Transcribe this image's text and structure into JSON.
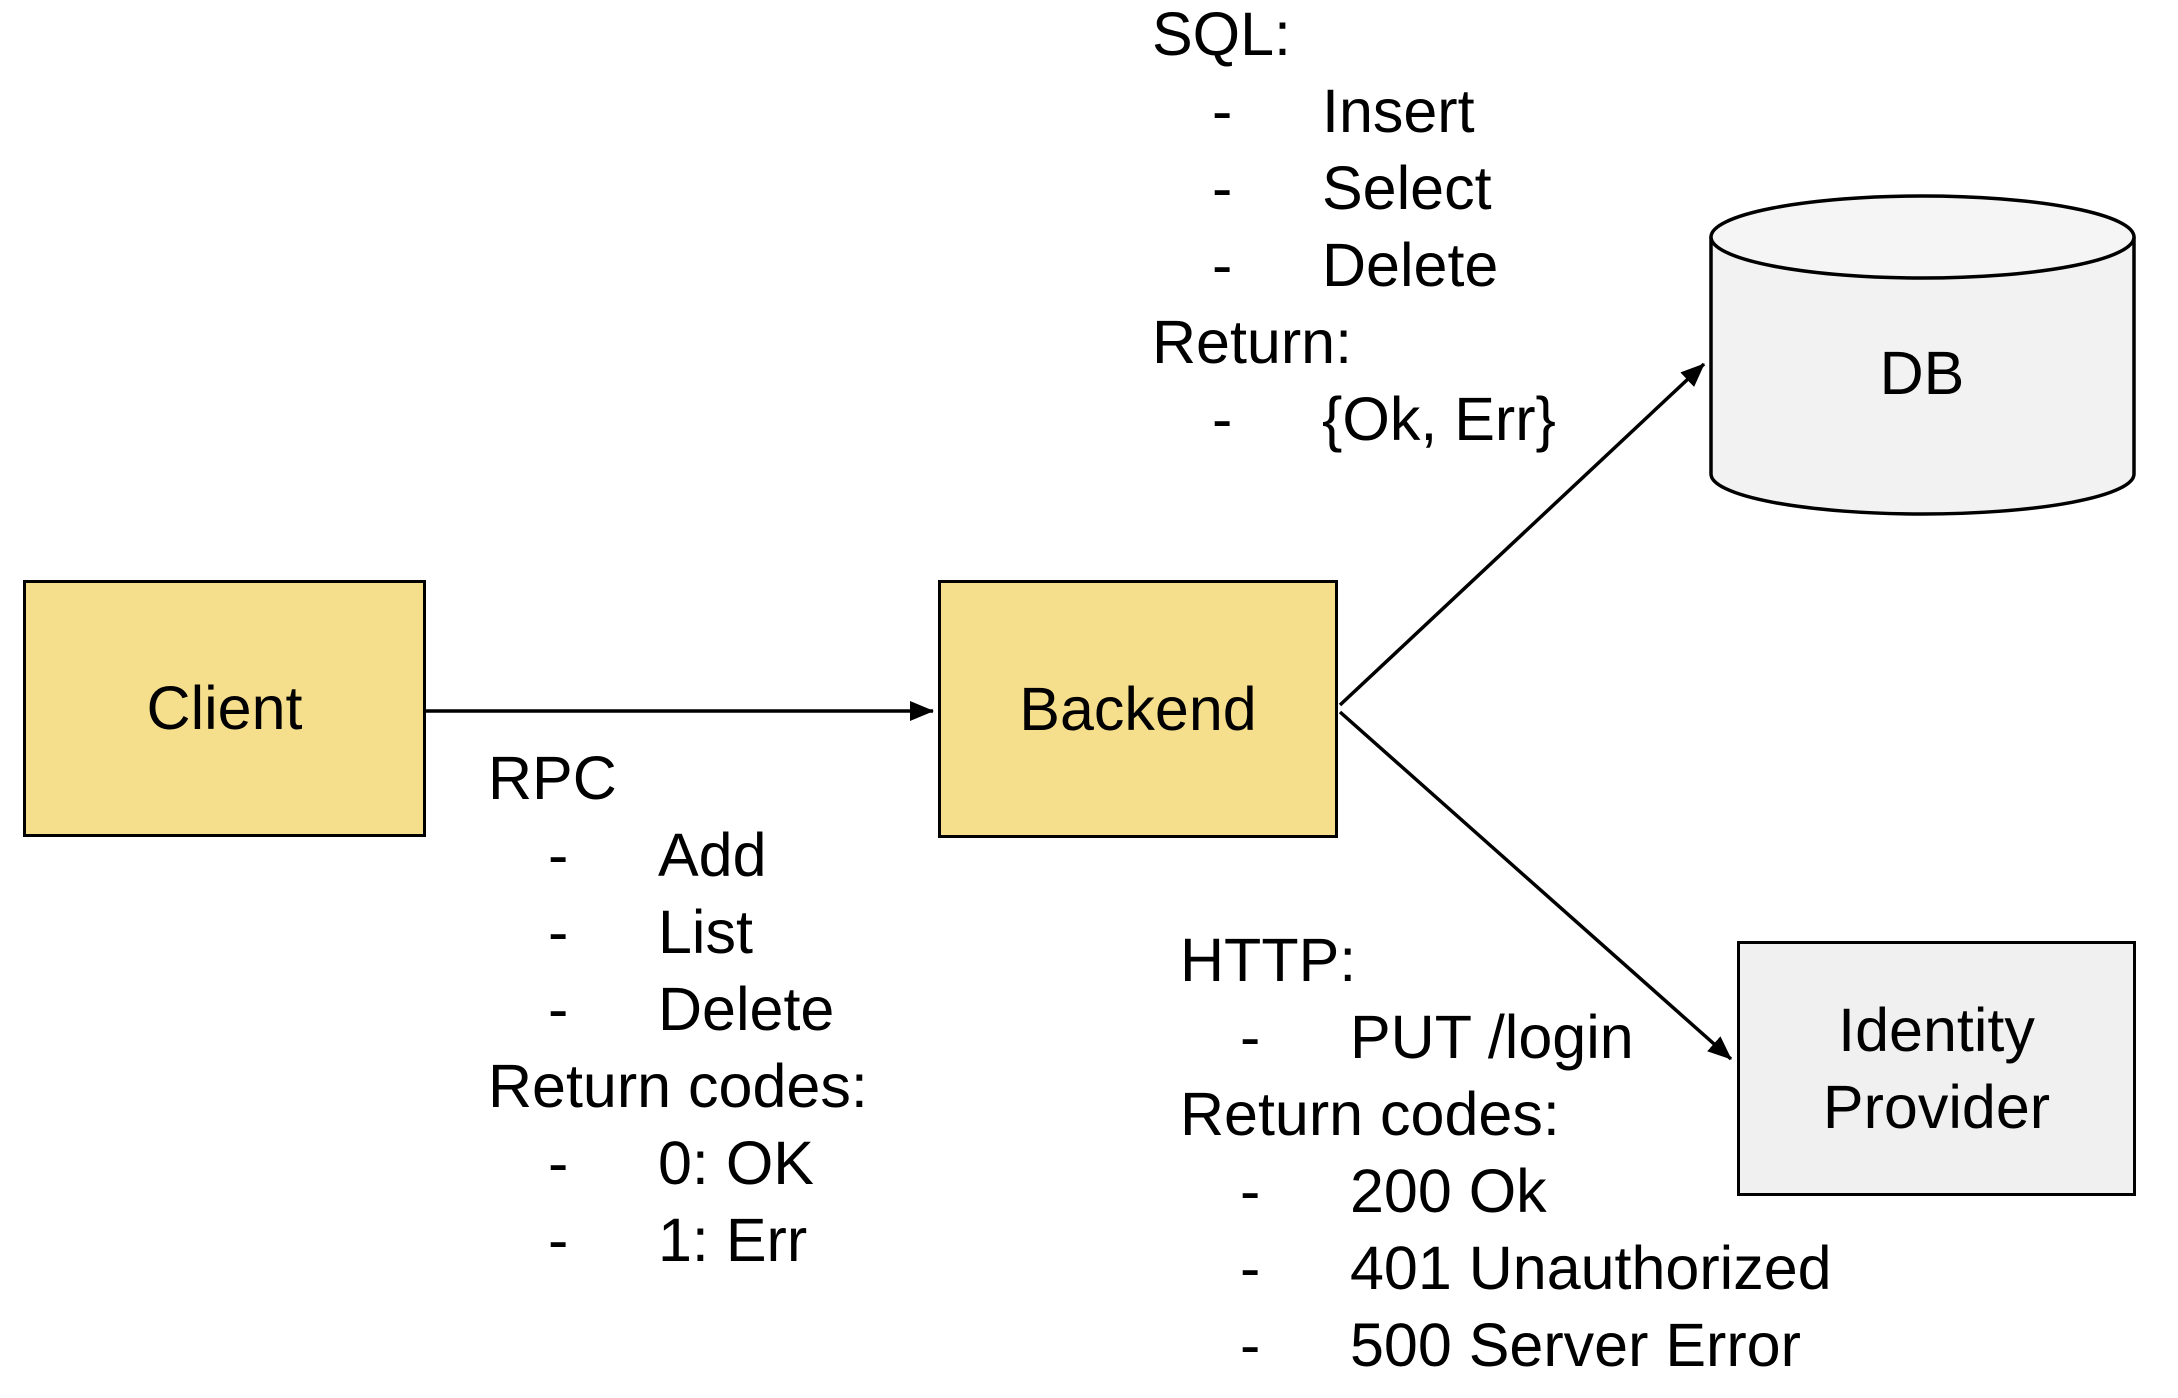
{
  "diagram": {
    "nodes": {
      "client": {
        "label": "Client",
        "fill": "#f6df8c"
      },
      "backend": {
        "label": "Backend",
        "fill": "#f6df8c"
      },
      "db": {
        "label": "DB",
        "shape": "cylinder",
        "fill": "#f2f2f2"
      },
      "identity_provider": {
        "label_line1": "Identity",
        "label_line2": "Provider",
        "fill": "#f0f0f0"
      }
    },
    "edges": [
      {
        "from": "Client",
        "to": "Backend"
      },
      {
        "from": "Backend",
        "to": "DB"
      },
      {
        "from": "Backend",
        "to": "Identity Provider"
      }
    ],
    "annotations": {
      "rpc": {
        "lines": [
          {
            "text": "RPC"
          },
          {
            "dash": "-",
            "text": "Add"
          },
          {
            "dash": "-",
            "text": "List"
          },
          {
            "dash": "-",
            "text": "Delete"
          },
          {
            "text": "Return codes:"
          },
          {
            "dash": "-",
            "text": "0: OK"
          },
          {
            "dash": "-",
            "text": "1: Err"
          }
        ]
      },
      "sql": {
        "lines": [
          {
            "text": "SQL:"
          },
          {
            "dash": "-",
            "text": "Insert"
          },
          {
            "dash": "-",
            "text": "Select"
          },
          {
            "dash": "-",
            "text": "Delete"
          },
          {
            "text": "Return:"
          },
          {
            "dash": "-",
            "text": "{Ok, Err}"
          }
        ]
      },
      "http": {
        "lines": [
          {
            "text": "HTTP:"
          },
          {
            "dash": "-",
            "text": "PUT /login"
          },
          {
            "text": "Return codes:"
          },
          {
            "dash": "-",
            "text": "200 Ok"
          },
          {
            "dash": "-",
            "text": "401 Unauthorized"
          },
          {
            "dash": "-",
            "text": "500 Server Error"
          }
        ]
      }
    },
    "colors": {
      "background": "#ffffff",
      "stroke": "#000000",
      "text": "#000000",
      "node_fill_yellow": "#f6df8c",
      "node_fill_gray": "#f0f0f0",
      "cylinder_fill": "#f2f2f2"
    }
  }
}
